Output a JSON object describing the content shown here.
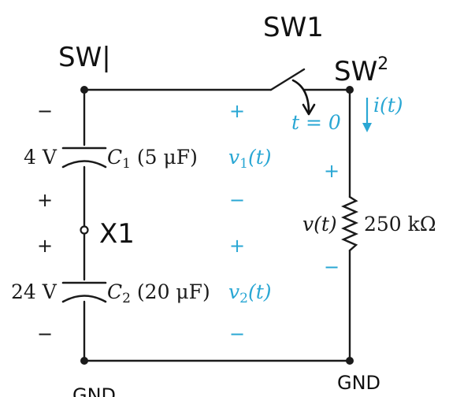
{
  "labels": {
    "c1_voltage": "4 V",
    "c1_name": "C",
    "c1_sub": "1",
    "c1_value": " (5 μF)",
    "c2_voltage": "24 V",
    "c2_name": "C",
    "c2_sub": "2",
    "c2_value": " (20 μF)",
    "v1_name": "v",
    "v1_sub": "1",
    "v1_arg": "(t)",
    "v2_name": "v",
    "v2_sub": "2",
    "v2_arg": "(t)",
    "t0": "t = 0",
    "current": "i(t)",
    "v_name": "v(t)",
    "resistor": "250 kΩ",
    "plus": "+",
    "minus": "−"
  },
  "handwritten": {
    "sw1_left": "SW|",
    "sw1_top": "SW1",
    "sw2": "SW",
    "sw2_sup": "2",
    "x1": "X1",
    "gnd_right": "GND",
    "gnd_left": "GND"
  },
  "colors": {
    "wire": "#1a1a1a",
    "accent": "#2aa7d4"
  }
}
